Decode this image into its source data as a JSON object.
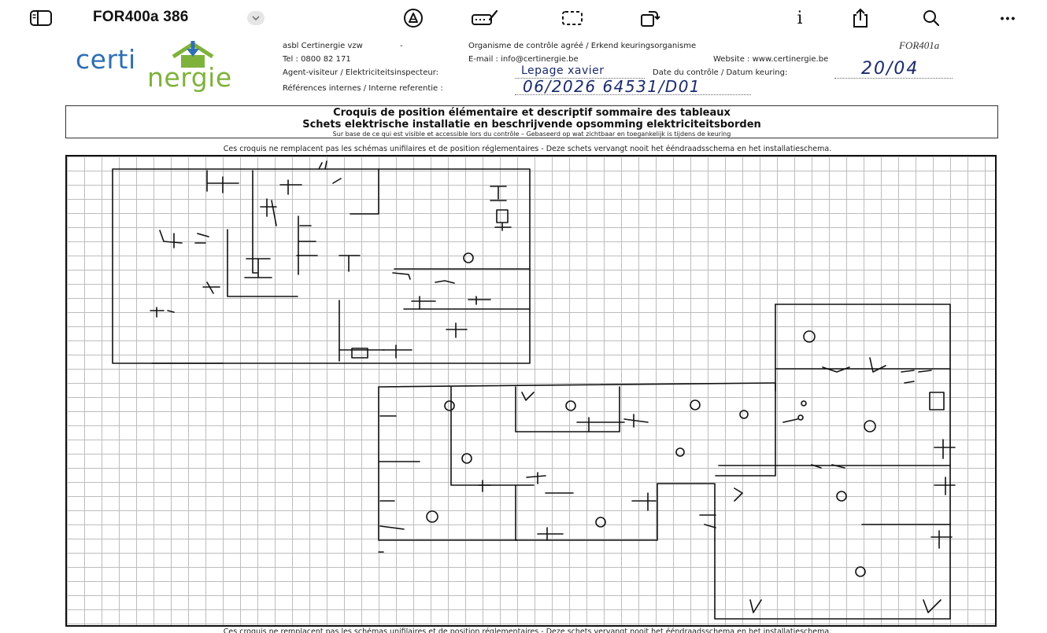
{
  "toolbar": {
    "document_title": "FOR400a 386",
    "icons": [
      "sidebar-icon",
      "chevron-down-icon",
      "markup-pen-icon",
      "text-box-icon",
      "selection-icon",
      "rotate-icon",
      "info-icon",
      "share-icon",
      "search-icon",
      "more-icon"
    ],
    "info_glyph": "i",
    "more_glyph": "•••"
  },
  "header": {
    "logo_part1": "certi",
    "logo_part2": "nergie",
    "org_name": "asbl Certinergie vzw",
    "dash": "-",
    "org_type": "Organisme de contrôle agréé / Erkend keuringsorganisme",
    "form_code": "FOR401a",
    "phone": "Tel : 0800 82 171",
    "email": "E-mail : info@certinergie.be",
    "website": "Website : www.certinergie.be",
    "inspector_label": "Agent-visiteur / Elektriciteitsinspecteur:",
    "inspector_value": "Lepage xavier",
    "date_label": "Date du contrôle / Datum keuring:",
    "date_value": "20/04",
    "ref_label": "Références internes / Interne referentie :",
    "ref_value": "06/2026 64531/D01"
  },
  "title": {
    "line1": "Croquis de position élémentaire et descriptif sommaire des tableaux",
    "line2": "Schets elektrische installatie en beschrijvende opsomming elektriciteitsborden",
    "line3": "Sur base de ce qui est visible et accessible lors du contrôle – Gebaseerd op wat zichtbaar en toegankelijk is tijdens de keuring"
  },
  "disclaimer": "Ces croquis ne remplacent pas les schémas unifilaires et de position réglementaires - Deze schets vervangt nooit het ééndraadsschema en het installatieschema.",
  "colors": {
    "logo_blue": "#2f6fb4",
    "logo_green": "#7fb23b",
    "handwriting_ink": "#1b2a6b",
    "grid_line": "#bdbdbd"
  }
}
